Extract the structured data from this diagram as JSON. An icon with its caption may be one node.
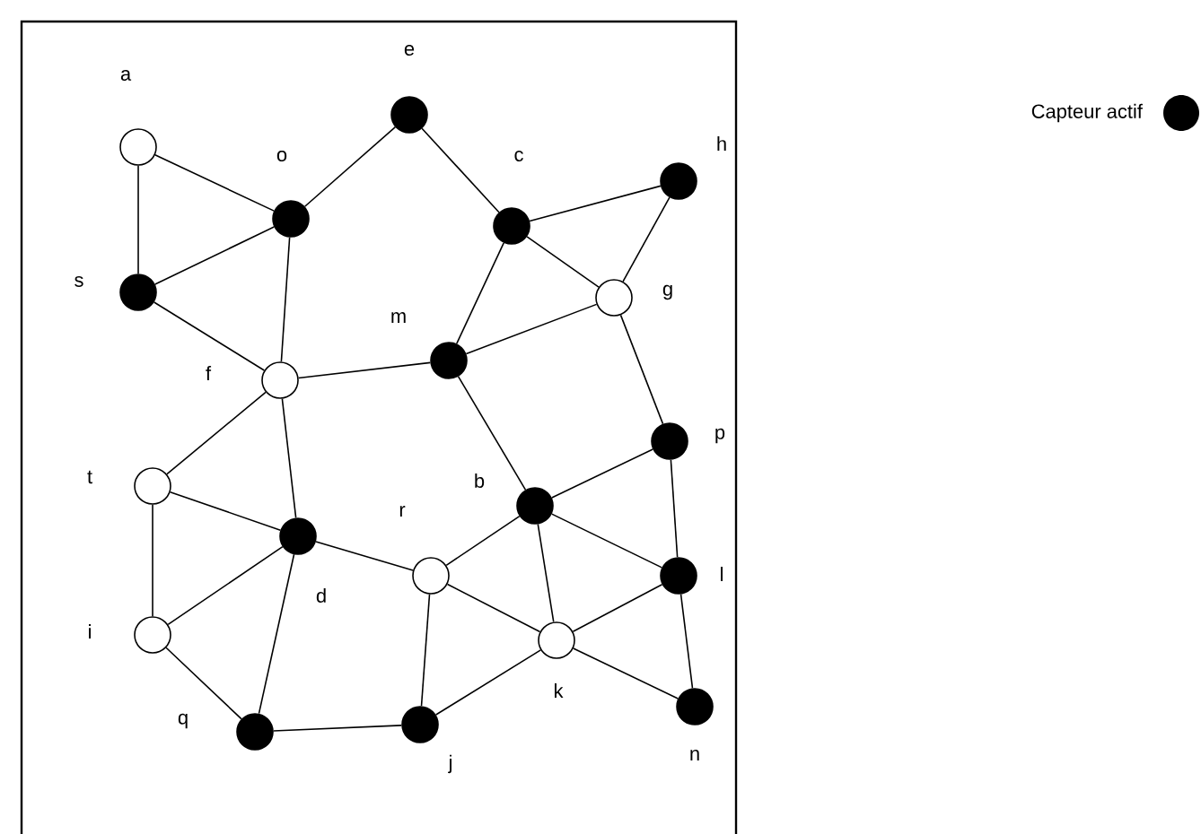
{
  "diagram": {
    "nodes": [
      {
        "text": [],
        "shape": "circle",
        "beside": [
          "a"
        ]
      },
      {
        "text": [],
        "shape": "dot",
        "beside": [
          "e"
        ]
      },
      {
        "text": [],
        "shape": "dot",
        "beside": [
          "o"
        ]
      },
      {
        "text": [],
        "shape": "dot",
        "beside": [
          "c"
        ]
      },
      {
        "text": [],
        "shape": "dot",
        "beside": [
          "h"
        ]
      },
      {
        "text": [],
        "shape": "dot",
        "beside": [
          "s"
        ]
      },
      {
        "text": [],
        "shape": "circle",
        "beside": [
          "g"
        ]
      },
      {
        "text": [],
        "shape": "dot",
        "beside": [
          "m"
        ]
      },
      {
        "text": [],
        "shape": "circle",
        "beside": [
          "f"
        ]
      },
      {
        "text": [],
        "shape": "dot",
        "beside": [
          "p"
        ]
      },
      {
        "text": [],
        "shape": "circle",
        "beside": [
          "t"
        ]
      },
      {
        "text": [],
        "shape": "dot",
        "beside": [
          "b"
        ]
      },
      {
        "text": [],
        "shape": "circle",
        "beside": [
          "r"
        ]
      },
      {
        "text": [],
        "shape": "dot",
        "beside": [
          "d"
        ]
      },
      {
        "text": [],
        "shape": "dot",
        "beside": [
          "l"
        ]
      },
      {
        "text": [],
        "shape": "circle",
        "beside": [
          "i"
        ]
      },
      {
        "text": [],
        "shape": "circle",
        "beside": [
          "k"
        ]
      },
      {
        "text": [],
        "shape": "dot",
        "beside": [
          "q"
        ]
      },
      {
        "text": [],
        "shape": "dot",
        "beside": [
          "j"
        ]
      },
      {
        "text": [],
        "shape": "dot",
        "beside": [
          "n"
        ]
      }
    ],
    "edges": [
      {
        "from": 0,
        "to": 5,
        "arrow": "none"
      },
      {
        "from": 0,
        "to": 2,
        "arrow": "none"
      },
      {
        "from": 2,
        "to": 5,
        "arrow": "none"
      },
      {
        "from": 2,
        "to": 1,
        "arrow": "none"
      },
      {
        "from": 2,
        "to": 8,
        "arrow": "none"
      },
      {
        "from": 5,
        "to": 8,
        "arrow": "none"
      },
      {
        "from": 1,
        "to": 3,
        "arrow": "none"
      },
      {
        "from": 3,
        "to": 4,
        "arrow": "none"
      },
      {
        "from": 3,
        "to": 6,
        "arrow": "none"
      },
      {
        "from": 3,
        "to": 7,
        "arrow": "none"
      },
      {
        "from": 4,
        "to": 6,
        "arrow": "none"
      },
      {
        "from": 6,
        "to": 7,
        "arrow": "none"
      },
      {
        "from": 6,
        "to": 9,
        "arrow": "none"
      },
      {
        "from": 7,
        "to": 8,
        "arrow": "none"
      },
      {
        "from": 7,
        "to": 11,
        "arrow": "none"
      },
      {
        "from": 8,
        "to": 10,
        "arrow": "none"
      },
      {
        "from": 8,
        "to": 13,
        "arrow": "none"
      },
      {
        "from": 10,
        "to": 13,
        "arrow": "none"
      },
      {
        "from": 10,
        "to": 15,
        "arrow": "none"
      },
      {
        "from": 15,
        "to": 13,
        "arrow": "none"
      },
      {
        "from": 15,
        "to": 17,
        "arrow": "none"
      },
      {
        "from": 13,
        "to": 17,
        "arrow": "none"
      },
      {
        "from": 13,
        "to": 12,
        "arrow": "none"
      },
      {
        "from": 12,
        "to": 11,
        "arrow": "none"
      },
      {
        "from": 12,
        "to": 16,
        "arrow": "none"
      },
      {
        "from": 12,
        "to": 18,
        "arrow": "none"
      },
      {
        "from": 11,
        "to": 9,
        "arrow": "none"
      },
      {
        "from": 11,
        "to": 16,
        "arrow": "none"
      },
      {
        "from": 11,
        "to": 14,
        "arrow": "none"
      },
      {
        "from": 9,
        "to": 14,
        "arrow": "none"
      },
      {
        "from": 14,
        "to": 16,
        "arrow": "none"
      },
      {
        "from": 14,
        "to": 19,
        "arrow": "none"
      },
      {
        "from": 16,
        "to": 19,
        "arrow": "none"
      },
      {
        "from": 16,
        "to": 18,
        "arrow": "none"
      },
      {
        "from": 17,
        "to": 18,
        "arrow": "none"
      }
    ],
    "legend": [
      {
        "text": "Capteur actif",
        "color": "#000000"
      }
    ]
  }
}
